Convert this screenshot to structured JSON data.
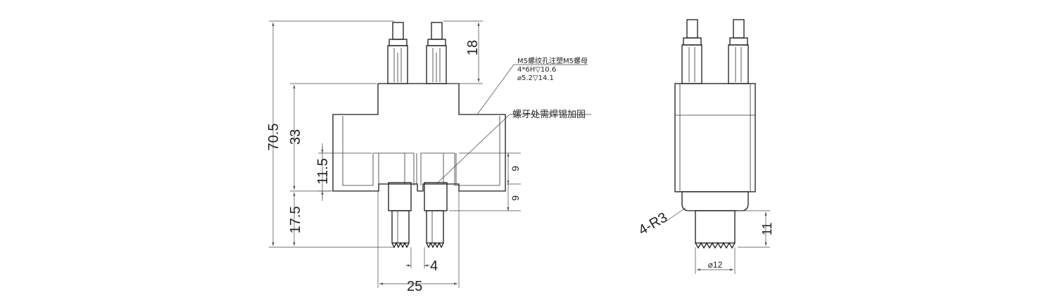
{
  "front_view": {
    "dimensions": {
      "overall_height": "70.5",
      "pin_height": "18",
      "body_height": "33",
      "cavity_depth": "11.5",
      "tip_length": "17.5",
      "upper_9": "9",
      "lower_9": "9",
      "pin_gap": "4",
      "body_width": "25"
    },
    "note_thread": {
      "line1": "M5螺纹孔注塑M5螺母",
      "line2": "4*6H▽10.6",
      "line3": "⌀5.2▽14.1"
    },
    "note_solder": "螺牙处需焊锡加固"
  },
  "side_view": {
    "dimensions": {
      "corner_radius": "4-R3",
      "tip_length": "11",
      "tip_diameter": "⌀12"
    }
  }
}
